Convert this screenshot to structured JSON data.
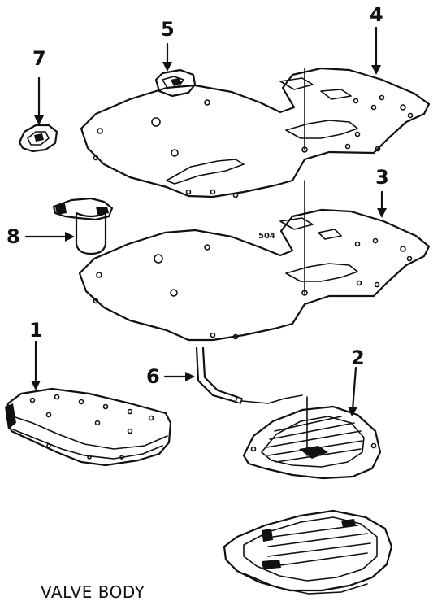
{
  "callouts": {
    "c1": "1",
    "c2": "2",
    "c3": "3",
    "c4": "4",
    "c5": "5",
    "c6": "6",
    "c7": "7",
    "c8": "8"
  },
  "stamp_504": "504",
  "caption": "VALVE BODY",
  "colors": {
    "ink": "#111111",
    "background": "#ffffff"
  }
}
